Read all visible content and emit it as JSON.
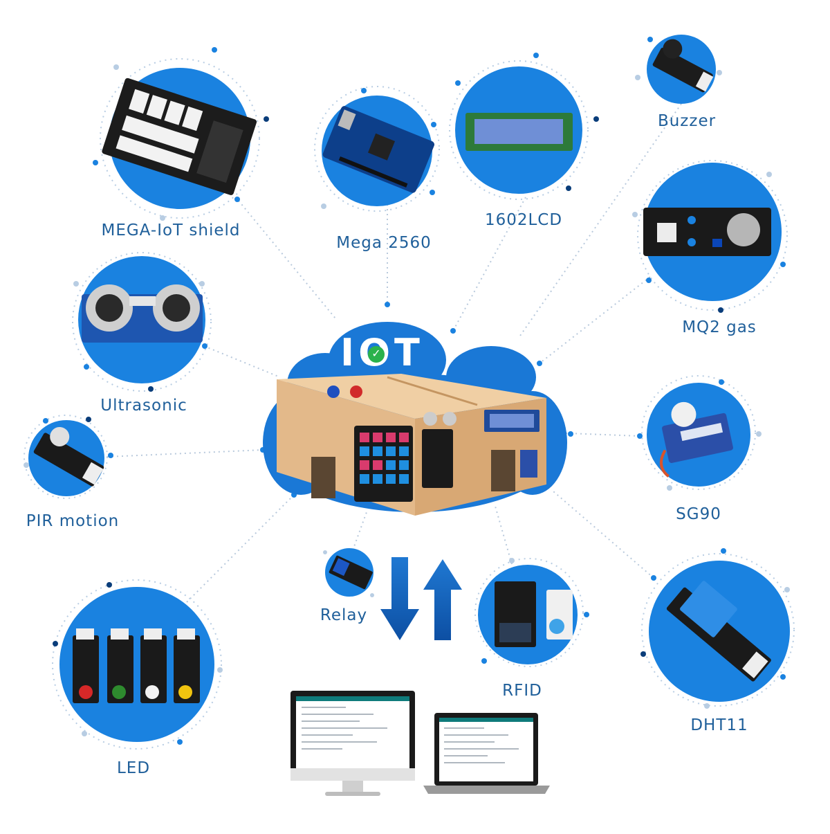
{
  "center": {
    "title": "IOT"
  },
  "components": [
    {
      "id": "mega-iot-shield",
      "label": "MEGA-IoT shield",
      "icon": "shield-board-icon"
    },
    {
      "id": "mega-2560",
      "label": "Mega 2560",
      "icon": "arduino-board-icon"
    },
    {
      "id": "lcd-1602",
      "label": "1602LCD",
      "icon": "lcd-display-icon"
    },
    {
      "id": "buzzer",
      "label": "Buzzer",
      "icon": "buzzer-module-icon"
    },
    {
      "id": "mq2-gas",
      "label": "MQ2 gas",
      "icon": "gas-sensor-icon"
    },
    {
      "id": "ultrasonic",
      "label": "Ultrasonic",
      "icon": "ultrasonic-sensor-icon"
    },
    {
      "id": "sg90",
      "label": "SG90",
      "icon": "servo-motor-icon"
    },
    {
      "id": "pir-motion",
      "label": "PIR motion",
      "icon": "pir-sensor-icon"
    },
    {
      "id": "relay",
      "label": "Relay",
      "icon": "relay-module-icon"
    },
    {
      "id": "rfid",
      "label": "RFID",
      "icon": "rfid-reader-icon"
    },
    {
      "id": "dht11",
      "label": "DHT11",
      "icon": "dht11-sensor-icon"
    },
    {
      "id": "led",
      "label": "LED",
      "icon": "led-modules-icon"
    }
  ],
  "colors": {
    "circle": "#1a82e0",
    "label": "#1f5f9a",
    "wood": "#e3b98a",
    "cloud": "#1a78d6",
    "arrow": "#1565c0"
  }
}
